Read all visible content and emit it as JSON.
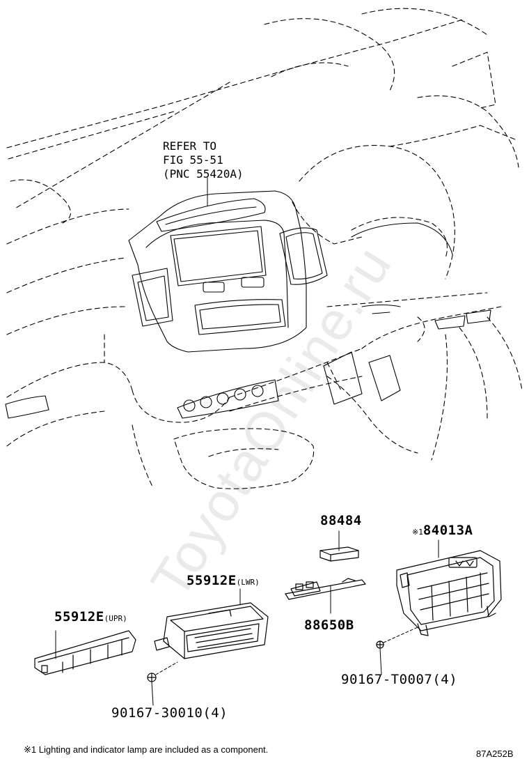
{
  "refer": {
    "line1": "REFER TO",
    "line2": "FIG 55-51",
    "line3": "(PNC 55420A)"
  },
  "parts": {
    "p88484": "88484",
    "p84013A_mark": "※1",
    "p84013A": "84013A",
    "p55912E_lwr": "55912E",
    "p55912E_lwr_suffix": "(LWR)",
    "p88650B": "88650B",
    "p55912E_upr": "55912E",
    "p55912E_upr_suffix": "(UPR)",
    "p90167_T0007": "90167-T0007(4)",
    "p90167_30010": "90167-30010(4)"
  },
  "footnote": "※1 Lighting and indicator lamp are included as a component.",
  "diagram_code": "87A252B",
  "watermark": "ToyotaOnline.ru"
}
